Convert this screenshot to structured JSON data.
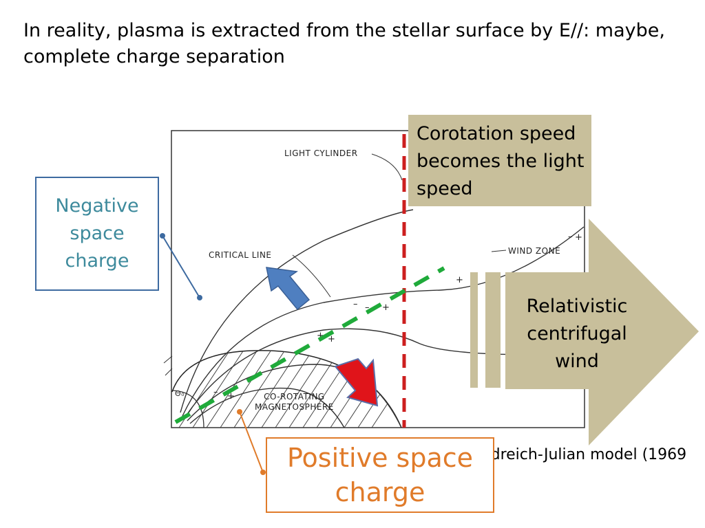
{
  "title": "In reality, plasma is extracted from the stellar surface by E//: maybe, complete charge separation",
  "callouts": {
    "negative": "Negative space charge",
    "positive": "Positive space charge",
    "corotation": "Corotation speed becomes the light speed",
    "wind": "Relativistic centrifugal wind"
  },
  "figure_labels": {
    "light_cylinder": "LIGHT CYLINDER",
    "critical_line": "CRITICAL LINE",
    "wind_zone": "WIND ZONE",
    "corotating_line1": "CO-ROTATING",
    "corotating_line2": "MAGNETOSPHERE",
    "theta": "Θ₀"
  },
  "citation": "Goldreich-Julian model (1969",
  "colors": {
    "light_cylinder_line": "#cc1f1f",
    "critical_dashed_line": "#1faa3a",
    "negative_box_border": "#3d6aa0",
    "negative_text": "#3d8a9c",
    "positive_accent": "#e07b2a",
    "tan_panel": "#c8bf9b",
    "blue_arrow": "#4f7fc0",
    "red_arrow": "#e0141a"
  }
}
